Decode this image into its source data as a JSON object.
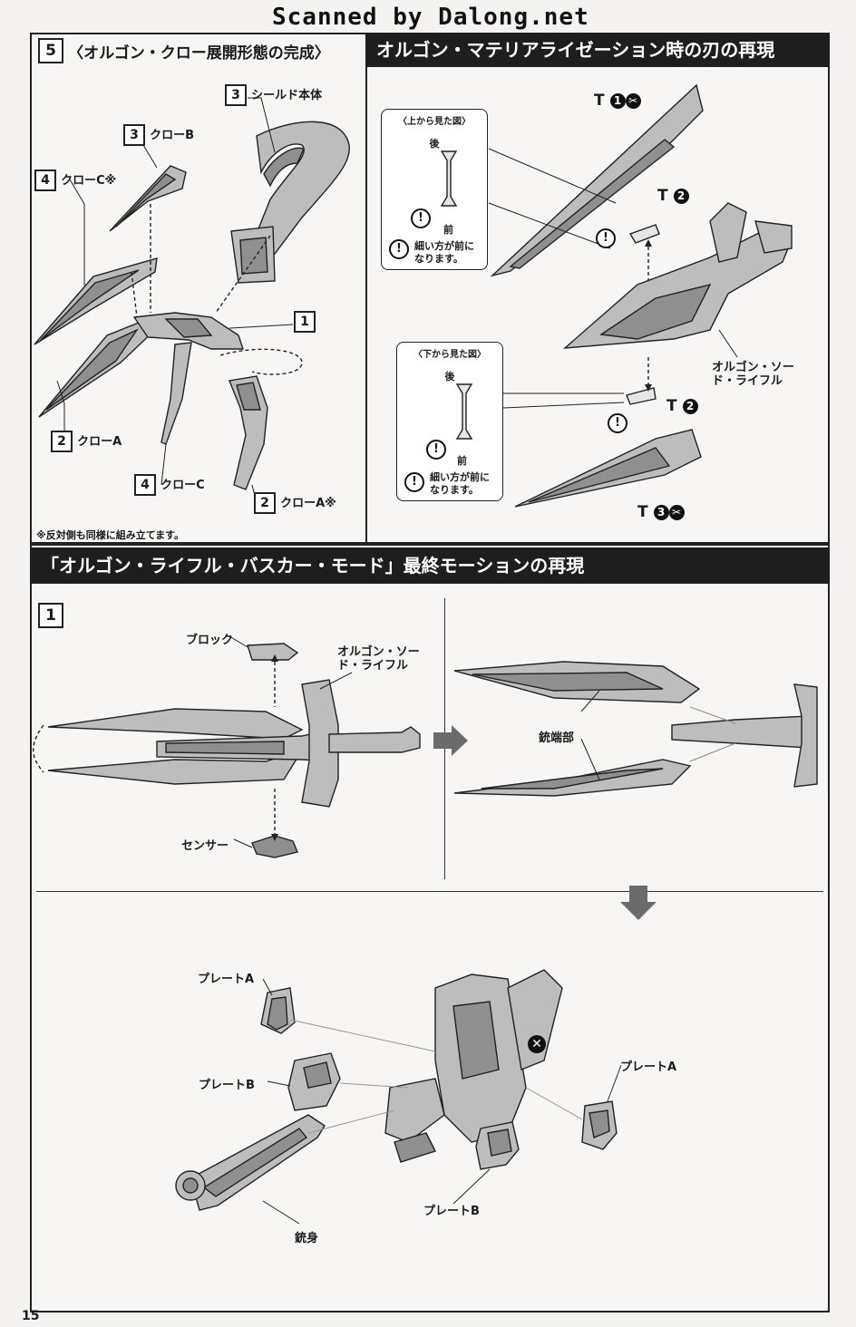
{
  "watermark": "Scanned by Dalong.net",
  "page_number": "15",
  "section5": {
    "step_number": "5",
    "title": "〈オルゴン・クロー展開形態の完成〉",
    "labels": {
      "shield_body": "シールド本体",
      "claw_b": "クローB",
      "claw_c_mark": "クローC※",
      "claw_a": "クローA",
      "claw_c": "クローC",
      "claw_a_mark": "クローA※"
    },
    "callouts": {
      "shield_body": "3",
      "claw_b": "3",
      "claw_c_mark": "4",
      "joint": "1",
      "claw_a": "2",
      "claw_c": "4",
      "claw_a_mark": "2"
    },
    "note": "※反対側も同様に組み立てます。"
  },
  "materialization": {
    "title": "オルゴン・マテリアライゼーション時の刃の再現",
    "top_view": {
      "title": "〈上から見た図〉",
      "back": "後",
      "front": "前",
      "note_line1": "細い方が前に",
      "note_line2": "なります。"
    },
    "bottom_view": {
      "title": "〈下から見た図〉",
      "back": "後",
      "front": "前",
      "note_line1": "細い方が前に",
      "note_line2": "なります。"
    },
    "part_codes": [
      {
        "letter": "T",
        "number": "1",
        "cut": true
      },
      {
        "letter": "T",
        "number": "2",
        "cut": false
      },
      {
        "letter": "T",
        "number": "2",
        "cut": false
      },
      {
        "letter": "T",
        "number": "3",
        "cut": true
      }
    ],
    "sword_rifle_label": "オルゴン・ソード・ライフル",
    "warning_glyph": "!"
  },
  "buster_mode": {
    "title": "「オルゴン・ライフル・バスカー・モード」最終モーションの再現",
    "step_number": "1",
    "labels": {
      "block": "ブロック",
      "sword_rifle": "オルゴン・ソード・ライフル",
      "sensor": "センサー",
      "muzzle": "銃端部",
      "plate_a_left": "プレートA",
      "plate_b_left": "プレートB",
      "plate_a_right": "プレートA",
      "plate_b_bottom": "プレートB",
      "barrel": "銃身"
    }
  },
  "icons": {
    "warning": "exclamation-circle-icon",
    "cut": "part-cut-icon",
    "x_mark": "x-circle-icon",
    "next_arrow": "arrow-right-icon",
    "down_arrow": "arrow-down-icon"
  }
}
